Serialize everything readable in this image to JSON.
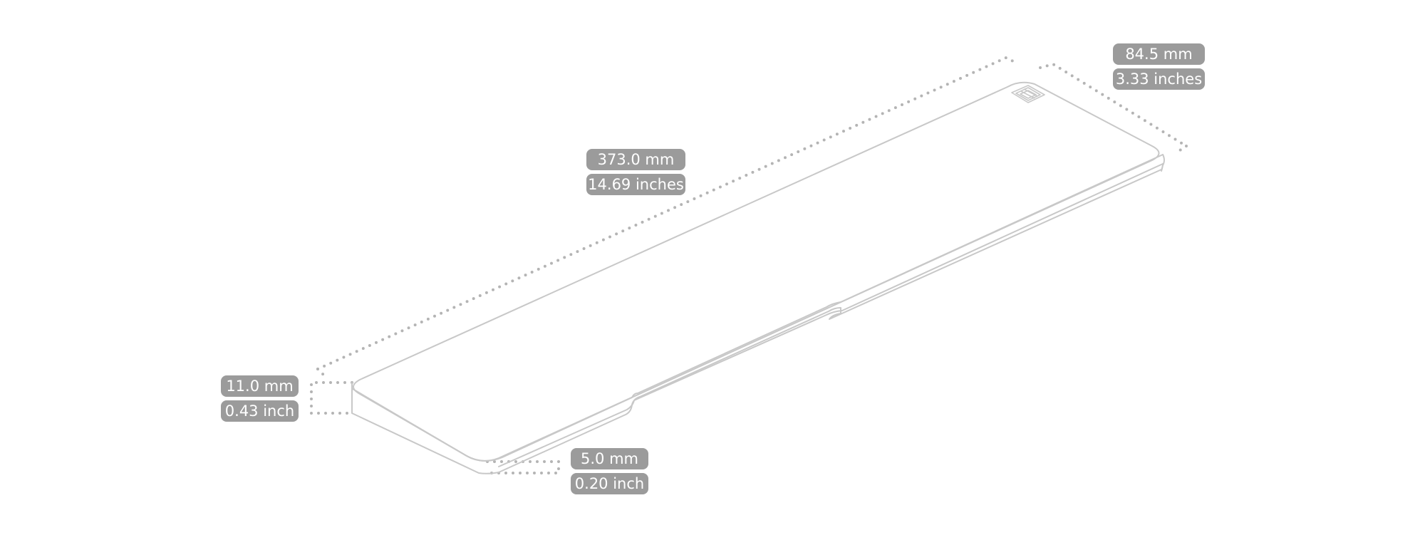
{
  "dimensions": {
    "length": {
      "mm": "373.0 mm",
      "inches": "14.69 inches"
    },
    "width": {
      "mm": "84.5 mm",
      "inches": "3.33 inches"
    },
    "height": {
      "mm": "11.0 mm",
      "inches": "0.43 inch"
    },
    "edge": {
      "mm": "5.0 mm",
      "inches": "0.20 inch"
    }
  },
  "colors": {
    "outline": "#c8c8c8",
    "dots": "#b4b4b4",
    "label_bg": "#9b9b9b",
    "label_text": "#ffffff"
  },
  "icons": {
    "logo": "brand-logo-icon"
  }
}
